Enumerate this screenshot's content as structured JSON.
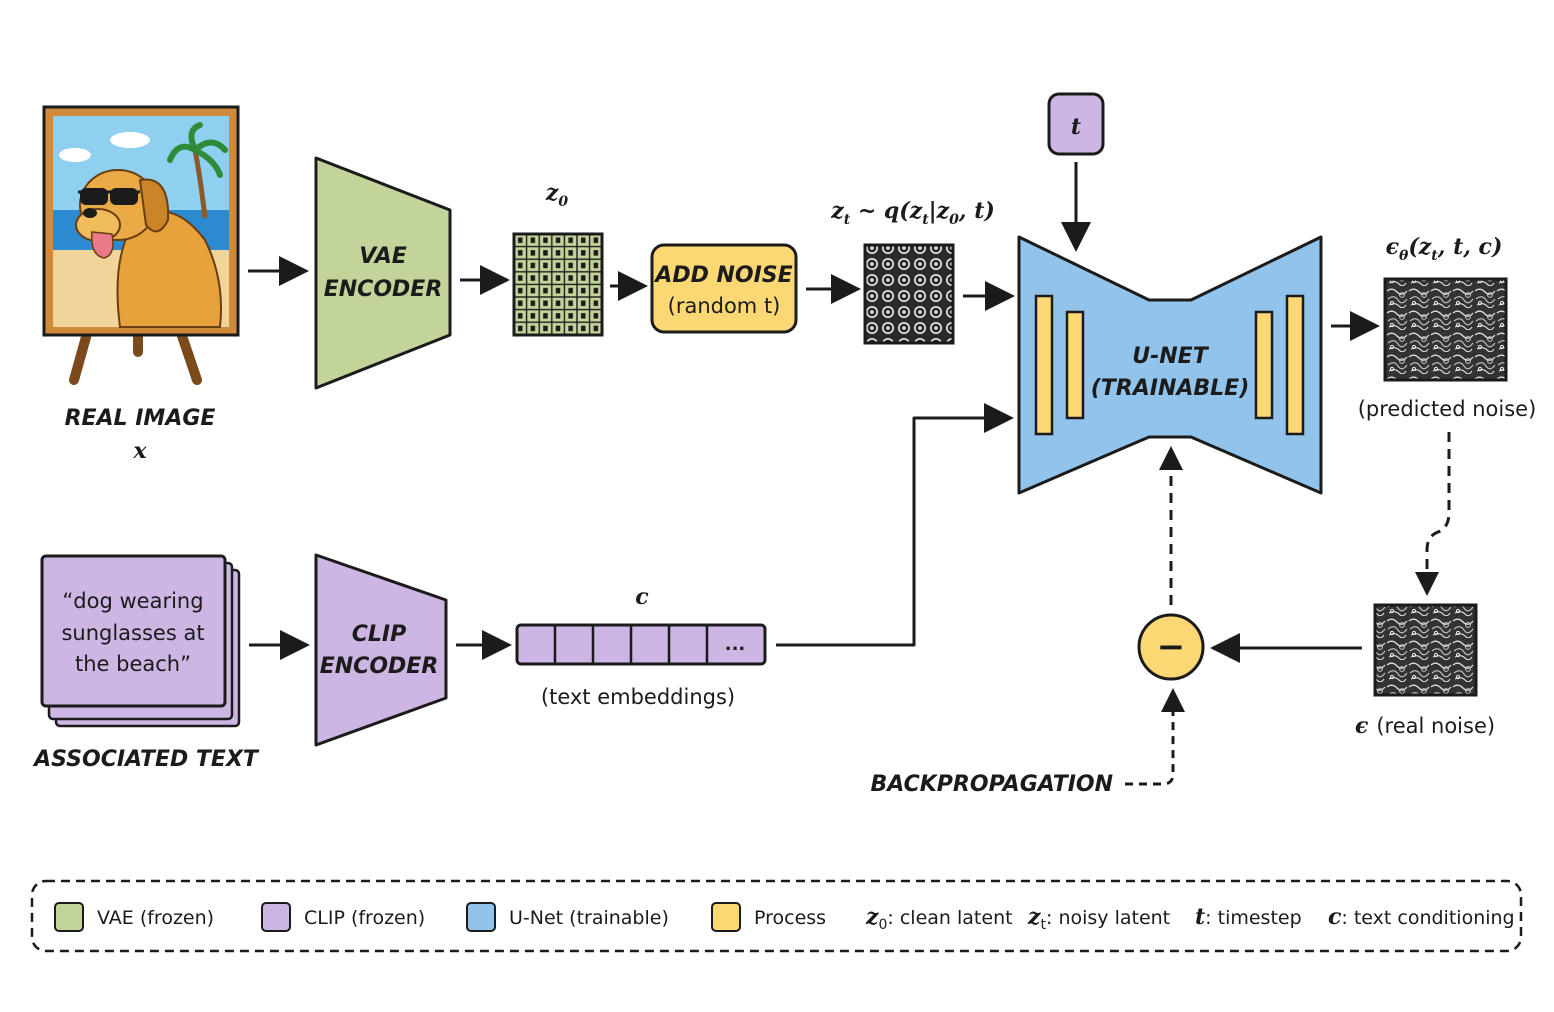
{
  "colors": {
    "vae": "#c3d49a",
    "clip": "#cdb6e3",
    "unet": "#92c3ea",
    "process": "#fcd874",
    "stroke": "#1b1b1b"
  },
  "real_image": {
    "label": "REAL IMAGE",
    "symbol": "x",
    "picture": "golden-retriever-with-sunglasses-on-beach"
  },
  "vae_encoder": {
    "line1": "VAE",
    "line2": "ENCODER"
  },
  "z0": {
    "base": "z",
    "sub": "0"
  },
  "add_noise": {
    "line1": "ADD NOISE",
    "line2": "(random t)"
  },
  "zt": {
    "pre": "z",
    "pre_sub": "t",
    "mid": " ~ q(z",
    "mid_sub": "t",
    "bar": "|z",
    "bar_sub": "0",
    "post": ", t)"
  },
  "t_box": {
    "label": "t"
  },
  "unet": {
    "line1": "U-NET",
    "line2": "(TRAINABLE)"
  },
  "predicted": {
    "eps": "ϵ",
    "eps_sub": "θ",
    "args": "(z",
    "args_sub": "t",
    "args_end": ", t, c)",
    "caption": "(predicted noise)"
  },
  "real_noise": {
    "symbol": "ϵ",
    "caption": "(real noise)"
  },
  "minus": {
    "symbol": "−"
  },
  "backprop": {
    "label": "BACKPROPAGATION"
  },
  "text_card": {
    "line1": "“dog wearing",
    "line2": "sunglasses at",
    "line3": "the beach”",
    "label": "ASSOCIATED TEXT"
  },
  "clip_encoder": {
    "line1": "CLIP",
    "line2": "ENCODER"
  },
  "embeddings": {
    "symbol": "c",
    "ellipsis": "...",
    "caption": "(text embeddings)"
  },
  "legend": {
    "items": [
      {
        "label": "VAE (frozen)"
      },
      {
        "label": "CLIP (frozen)"
      },
      {
        "label": "U-Net (trainable)"
      },
      {
        "label": "Process"
      }
    ],
    "z0_sym": "z",
    "z0_sub": "0",
    "z0_desc": ": clean latent",
    "zt_sym": "z",
    "zt_sub": "t",
    "zt_desc": ": noisy latent",
    "t_sym": "t",
    "t_desc": ": timestep",
    "c_sym": "c",
    "c_desc": ": text conditioning"
  }
}
